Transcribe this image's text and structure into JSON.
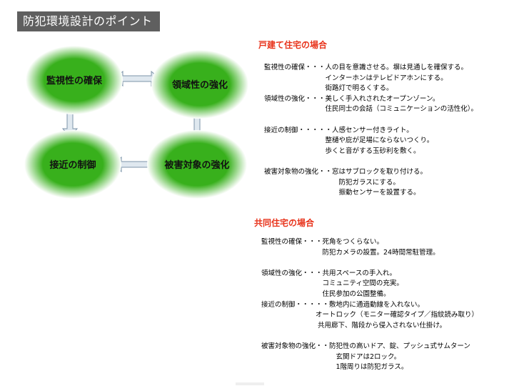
{
  "slide": {
    "title": "防犯環境設計のポイント"
  },
  "diagram": {
    "colors": {
      "node_fill": "#38b01c",
      "node_glow": "#ffffff",
      "arrow_fill": "#dfe8ef",
      "arrow_stroke": "#7d95a9"
    },
    "nodes": [
      {
        "id": "surveillance",
        "label": "監視性の確保"
      },
      {
        "id": "territoriality",
        "label": "領域性の強化"
      },
      {
        "id": "access",
        "label": "接近の制御"
      },
      {
        "id": "target",
        "label": "被害対象の強化"
      }
    ]
  },
  "detached": {
    "heading": "戸建て住宅の場合",
    "lines": [
      "監視性の確保・・・人の目を意識させる。塀は見通しを確保する。",
      "　　　　　　　　　インターホンはテレビドアホンにする。",
      "　　　　　　　　　街路灯で明るくする。",
      "領域性の強化・・・美しく手入れされたオープンゾーン。",
      "　　　　　　　　　住民同士の会話（コミュニケーションの活性化）。",
      "",
      "接近の制御・・・・・人感センサー付きライト。",
      "　　　　　　　　　整樋や庇が足場にならないつくり。",
      "　　　　　　　　　歩くと音がする玉砂利を敷く。",
      "",
      "被害対象物の強化・・窓はサブロックを取り付ける。",
      "　　　　　　　　　　　防犯ガラスにする。",
      "　　　　　　　　　　　振動センサーを設置する。"
    ]
  },
  "collective": {
    "heading": "共同住宅の場合",
    "lines": [
      "監視性の確保・・・死角をつくらない。",
      "　　　　　　　　　防犯カメラの設置。24時間常駐管理。",
      "",
      "領域性の強化・・・共用スペースの手入れ。",
      "　　　　　　　　　コミュニティ空間の充実。",
      "　　　　　　　　　住民参加の公園整備。",
      "接近の制御・・・・・敷地内に通過動線を入れない。",
      "　　　　　　　　オートロック（モニター確認タイプ／指紋読み取り）",
      "　　　　　　　　 共用廊下、階段から侵入されない仕掛け。",
      "",
      "被害対象物の強化・・防犯性の高いドア、錠、プッシュ式サムターン",
      "　　　　　　　　　　　玄関ドアは2ロック。",
      "　　　　　　　　　　　1階周りは防犯ガラス。"
    ]
  }
}
